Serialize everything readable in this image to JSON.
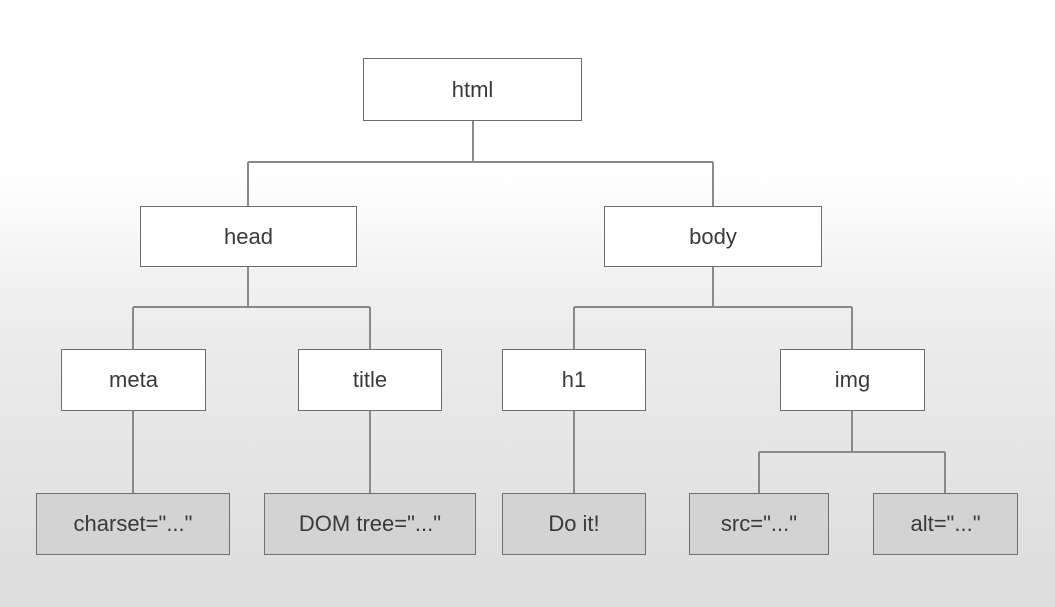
{
  "tree": {
    "html": "html",
    "head": "head",
    "body": "body",
    "meta": "meta",
    "title": "title",
    "h1": "h1",
    "img": "img",
    "charset": "charset=\"...\"",
    "dom_tree": "DOM tree=\"...\"",
    "do_it": "Do it!",
    "src": "src=\"...\"",
    "alt": "alt=\"...\""
  }
}
